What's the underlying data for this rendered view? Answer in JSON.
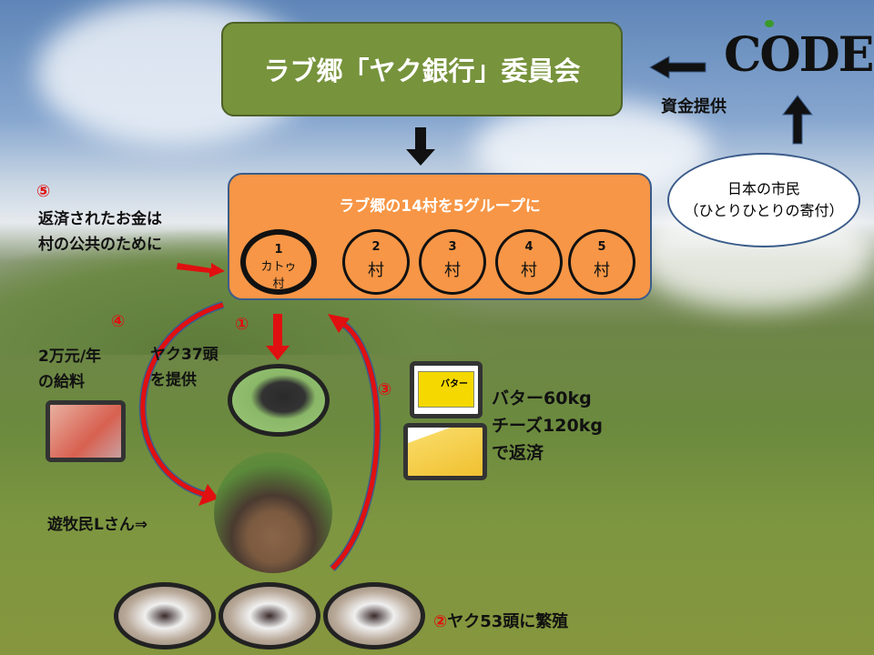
{
  "header": {
    "committee_title": "ラブ郷「ヤク銀行」委員会"
  },
  "logo": {
    "text": "CODE"
  },
  "funding": {
    "label": "資金提供"
  },
  "donors": {
    "line1": "日本の市民",
    "line2": "（ひとりひとりの寄付）"
  },
  "villages": {
    "title": "ラブ郷の14村を5グループに",
    "items": [
      {
        "num": "1",
        "name": "カトゥ",
        "suffix": "村"
      },
      {
        "num": "2",
        "suffix": "村"
      },
      {
        "num": "3",
        "suffix": "村"
      },
      {
        "num": "4",
        "suffix": "村"
      },
      {
        "num": "5",
        "suffix": "村"
      }
    ]
  },
  "steps": {
    "s5_marker": "⑤",
    "s5_line1": "返済されたお金は",
    "s5_line2": "村の公共のために",
    "s4_marker": "④",
    "s4_line1": "2万元/年",
    "s4_line2": "の給料",
    "s1_marker": "①",
    "s1_line1": "ヤク37頭",
    "s1_line2": "を提供",
    "s3_marker": "③",
    "s3_line1": "バター60kg",
    "s3_line2": "チーズ120kg",
    "s3_line3": "で返済",
    "s2_label": "②ヤク53頭に繁殖"
  },
  "herder": {
    "label": "遊牧民Lさん⇒"
  },
  "butter_label": "バター",
  "colors": {
    "title_green": "#77933c",
    "village_orange": "#f79646",
    "step_red": "#e01010"
  }
}
